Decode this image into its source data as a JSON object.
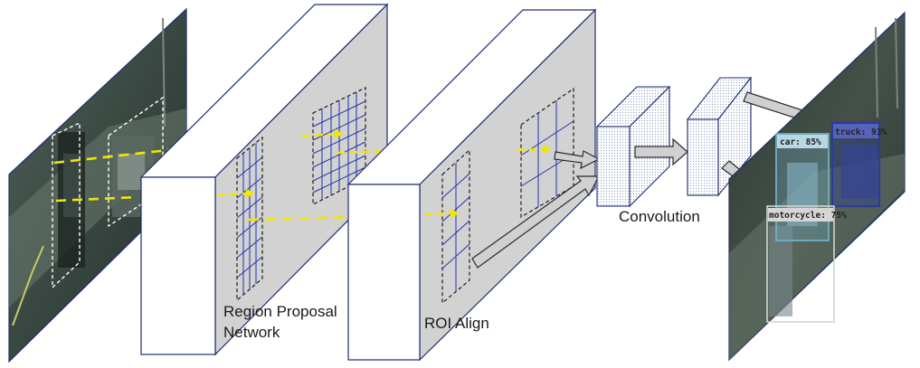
{
  "labels": {
    "rpn_line1": "Region Proposal",
    "rpn_line2": "Network",
    "roi_align": "ROI Align",
    "convolution": "Convolution"
  },
  "detections": [
    {
      "label": "car: 85%"
    },
    {
      "label": "truck: 93%"
    },
    {
      "label": "motorcycle: 75%"
    }
  ],
  "colors": {
    "panel_face": "#d2d2d2",
    "box_edge": "#1f2d6e",
    "arrow_dash": "#f2e600",
    "grid_blue": "#2233aa",
    "roi_dash": "#1a1a1a",
    "arrow_fill": "#d0d0d0",
    "road_dark": "#2a3a32",
    "truck_box": "#2c3a9a",
    "car_box": "#6fb0c8"
  }
}
